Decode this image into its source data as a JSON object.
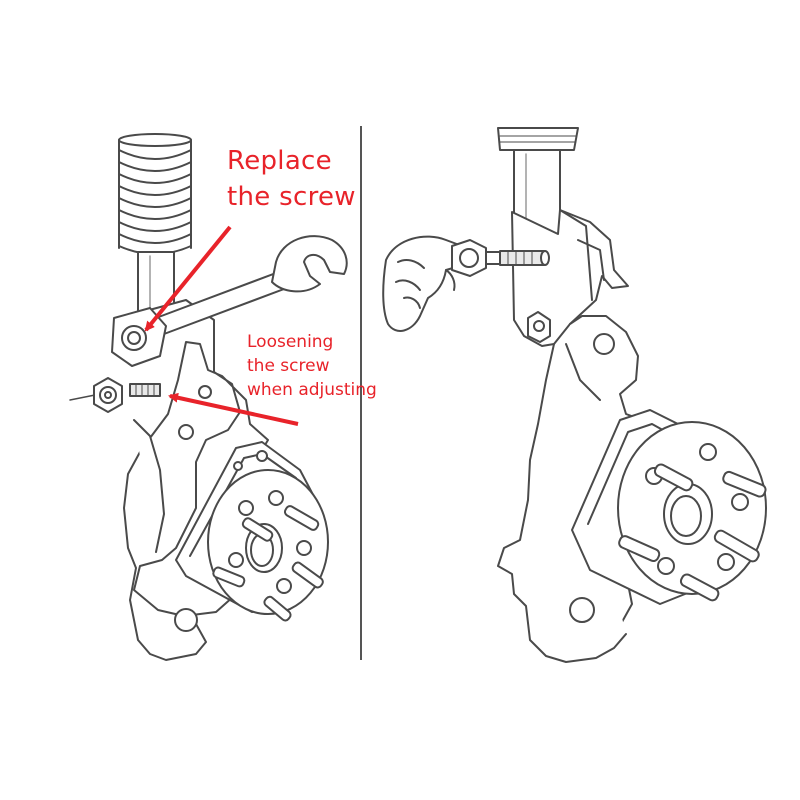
{
  "annotations": {
    "replace": {
      "line1": "Replace",
      "line2": "the screw"
    },
    "loosen": {
      "line1": "Loosening",
      "line2": "the screw",
      "line3": "when adjusting"
    }
  },
  "colors": {
    "annotation_red": "#e8232a",
    "outline": "#4a4a4a",
    "divider": "#555555",
    "fill": "#ffffff",
    "shade": "#e9e9e9"
  }
}
